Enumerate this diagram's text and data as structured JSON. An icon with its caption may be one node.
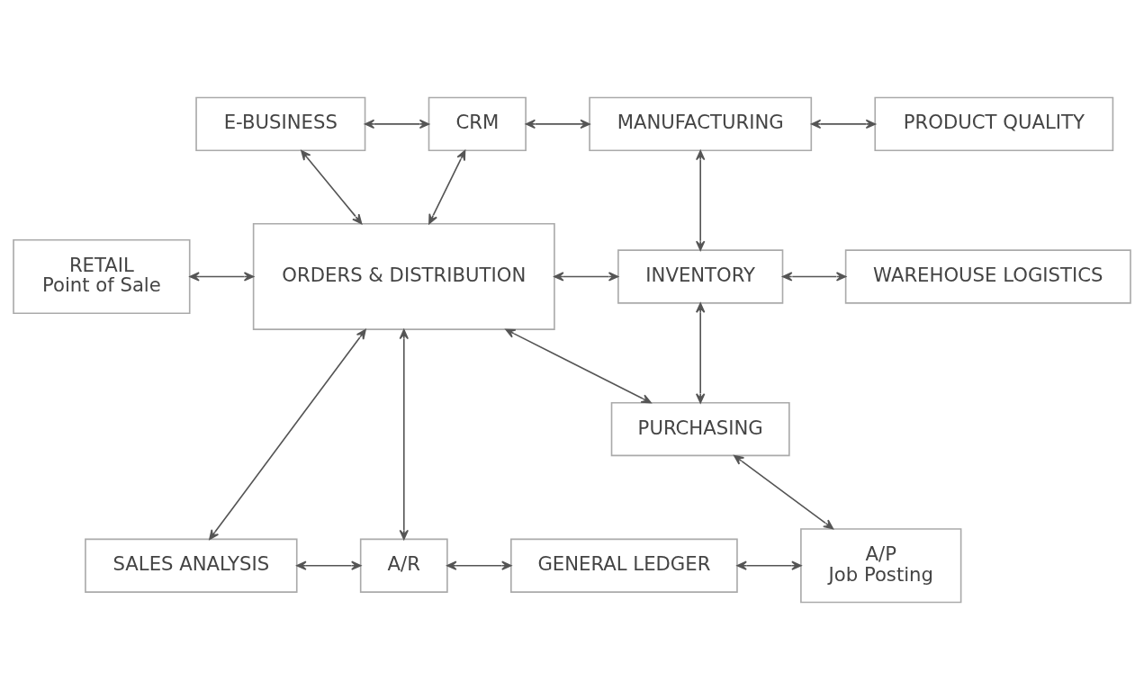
{
  "diagram": {
    "nodes": [
      {
        "text": [
          "E-BUSINESS"
        ]
      },
      {
        "text": [
          "CRM"
        ]
      },
      {
        "text": [
          "MANUFACTURING"
        ]
      },
      {
        "text": [
          "PRODUCT QUALITY"
        ]
      },
      {
        "text": [
          "RETAIL",
          "Point of Sale"
        ]
      },
      {
        "text": [
          "ORDERS & DISTRIBUTION"
        ]
      },
      {
        "text": [
          "INVENTORY"
        ]
      },
      {
        "text": [
          "WAREHOUSE LOGISTICS"
        ]
      },
      {
        "text": [
          "PURCHASING"
        ]
      },
      {
        "text": [
          "SALES ANALYSIS"
        ]
      },
      {
        "text": [
          "A/R"
        ]
      },
      {
        "text": [
          "GENERAL LEDGER"
        ]
      },
      {
        "text": [
          "A/P",
          "Job Posting"
        ]
      }
    ],
    "edges": [
      {
        "from": 0,
        "to": 1,
        "arrow": "both"
      },
      {
        "from": 1,
        "to": 2,
        "arrow": "both"
      },
      {
        "from": 2,
        "to": 3,
        "arrow": "both"
      },
      {
        "from": 0,
        "to": 5,
        "arrow": "both"
      },
      {
        "from": 1,
        "to": 5,
        "arrow": "both"
      },
      {
        "from": 2,
        "to": 6,
        "arrow": "both"
      },
      {
        "from": 4,
        "to": 5,
        "arrow": "both"
      },
      {
        "from": 5,
        "to": 6,
        "arrow": "both"
      },
      {
        "from": 6,
        "to": 7,
        "arrow": "both"
      },
      {
        "from": 6,
        "to": 8,
        "arrow": "both"
      },
      {
        "from": 5,
        "to": 8,
        "arrow": "both"
      },
      {
        "from": 5,
        "to": 9,
        "arrow": "both"
      },
      {
        "from": 5,
        "to": 10,
        "arrow": "both"
      },
      {
        "from": 8,
        "to": 12,
        "arrow": "both"
      },
      {
        "from": 9,
        "to": 10,
        "arrow": "both"
      },
      {
        "from": 10,
        "to": 11,
        "arrow": "both"
      },
      {
        "from": 11,
        "to": 12,
        "arrow": "both"
      }
    ]
  }
}
